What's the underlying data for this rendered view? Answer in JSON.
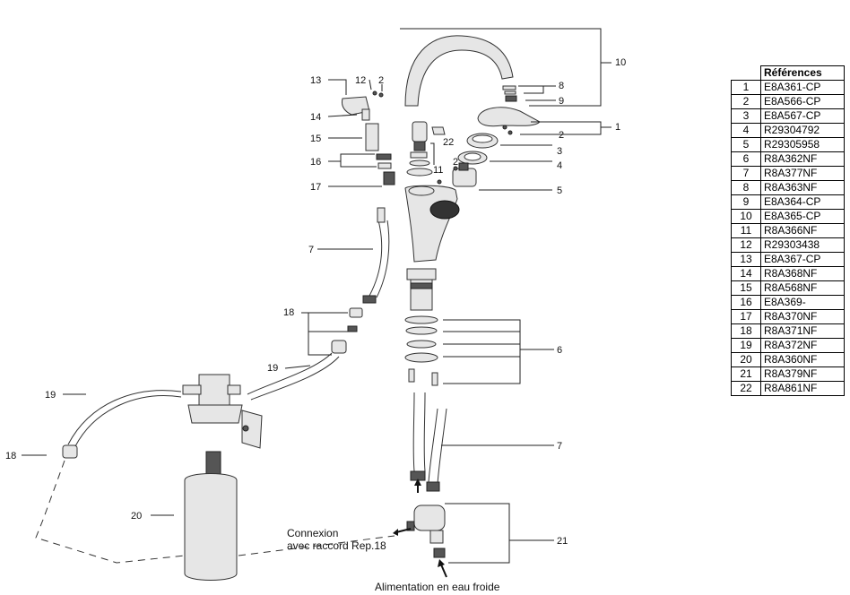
{
  "references": {
    "header": "Références",
    "rows": [
      {
        "num": "1",
        "code": "E8A361-CP"
      },
      {
        "num": "2",
        "code": "E8A566-CP"
      },
      {
        "num": "3",
        "code": "E8A567-CP"
      },
      {
        "num": "4",
        "code": "R29304792"
      },
      {
        "num": "5",
        "code": "R29305958"
      },
      {
        "num": "6",
        "code": "R8A362NF"
      },
      {
        "num": "7",
        "code": "R8A377NF"
      },
      {
        "num": "8",
        "code": "R8A363NF"
      },
      {
        "num": "9",
        "code": "E8A364-CP"
      },
      {
        "num": "10",
        "code": "E8A365-CP"
      },
      {
        "num": "11",
        "code": "R8A366NF"
      },
      {
        "num": "12",
        "code": "R29303438"
      },
      {
        "num": "13",
        "code": "E8A367-CP"
      },
      {
        "num": "14",
        "code": "R8A368NF"
      },
      {
        "num": "15",
        "code": "R8A568NF"
      },
      {
        "num": "16",
        "code": "E8A369-"
      },
      {
        "num": "17",
        "code": "R8A370NF"
      },
      {
        "num": "18",
        "code": "R8A371NF"
      },
      {
        "num": "19",
        "code": "R8A372NF"
      },
      {
        "num": "20",
        "code": "R8A360NF"
      },
      {
        "num": "21",
        "code": "R8A379NF"
      },
      {
        "num": "22",
        "code": "R8A861NF"
      }
    ]
  },
  "callouts": {
    "c10": "10",
    "c8": "8",
    "c9": "9",
    "c1": "1",
    "c2a": "2",
    "c3": "3",
    "c4": "4",
    "c5": "5",
    "c13": "13",
    "c12": "12",
    "c2b": "2",
    "c14": "14",
    "c15": "15",
    "c16": "16",
    "c17": "17",
    "c22": "22",
    "c11": "11",
    "c2c": "2",
    "c7a": "7",
    "c18a": "18",
    "c19a": "19",
    "c6": "6",
    "c19b": "19",
    "c18b": "18",
    "c7b": "7",
    "c20": "20",
    "c21": "21"
  },
  "notes": {
    "connexion_line1": "Connexion",
    "connexion_line2": "avec raccord Rep.18",
    "alimentation": "Alimentation en eau froide"
  }
}
